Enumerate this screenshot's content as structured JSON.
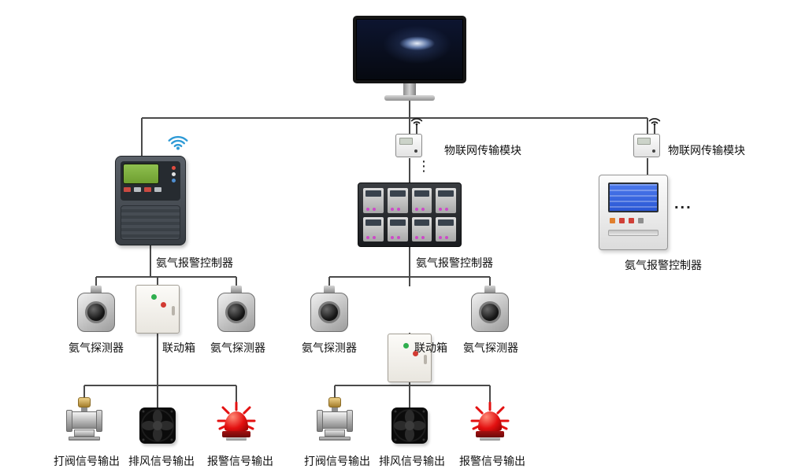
{
  "labels": {
    "iot_module": "物联网传输模块",
    "controller": "氨气报警控制器",
    "detector": "氨气探测器",
    "linkage_box": "联动箱",
    "valve_output": "打阀信号输出",
    "fan_output": "排风信号输出",
    "alarm_output": "报警信号输出",
    "ellipsis_horizontal": "...",
    "ellipsis_vertical": "⋮"
  },
  "colors": {
    "connector_line": "#4a4a4a",
    "label_text": "#111111",
    "alarm_red": "#e31111",
    "wifi_blue": "#2e9ad6",
    "lcd_green": "#8fc04f",
    "screen_blue": "#2a56d4",
    "led_magenta": "#cd49c8"
  },
  "icons": {
    "wifi_icon": "three concentric signal arcs with dot",
    "antenna_icon": "antenna mast with signal arcs",
    "detector_icon": "round sensor head on metal body",
    "linkage_box_icon": "white panel box with green and red LEDs",
    "valve_icon": "solenoid valve with brass cap",
    "fan_icon": "black exhaust fan",
    "alarm_icon": "red strobe beacon with rays",
    "monitor_icon": "desktop monitor with galaxy wallpaper"
  }
}
